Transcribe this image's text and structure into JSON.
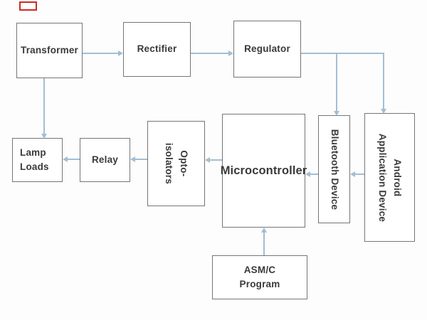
{
  "colors": {
    "canvas_bg": "#fdfdfd",
    "box_fill": "#ffffff",
    "box_border": "#767676",
    "text": "#3a3a3a",
    "arrow": "#a3bed3",
    "marker_red": "#cc2a24"
  },
  "blocks": {
    "transformer": {
      "label": "Transformer"
    },
    "rectifier": {
      "label": "Rectifier"
    },
    "regulator": {
      "label": "Regulator"
    },
    "lamp_loads": {
      "label": "Lamp\nLoads"
    },
    "relay": {
      "label": "Relay"
    },
    "opto_isolators": {
      "label": "Opto-\nisolators"
    },
    "microcontroller": {
      "label": "Microcontroller"
    },
    "bluetooth": {
      "label": "Bluetooth Device"
    },
    "android": {
      "label": "Android\nApplication Device"
    },
    "asm_program": {
      "label": "ASM/C\nProgram"
    }
  },
  "connections": [
    {
      "from": "Transformer",
      "to": "Rectifier"
    },
    {
      "from": "Rectifier",
      "to": "Regulator"
    },
    {
      "from": "Transformer",
      "to": "Lamp Loads"
    },
    {
      "from": "Regulator",
      "to": "Bluetooth Device"
    },
    {
      "from": "Regulator",
      "to": "Android Application Device"
    },
    {
      "from": "Android Application Device",
      "to": "Bluetooth Device"
    },
    {
      "from": "Bluetooth Device",
      "to": "Microcontroller"
    },
    {
      "from": "Microcontroller",
      "to": "Opto-isolators"
    },
    {
      "from": "Opto-isolators",
      "to": "Relay"
    },
    {
      "from": "Relay",
      "to": "Lamp Loads"
    },
    {
      "from": "ASM/C Program",
      "to": "Microcontroller"
    }
  ]
}
